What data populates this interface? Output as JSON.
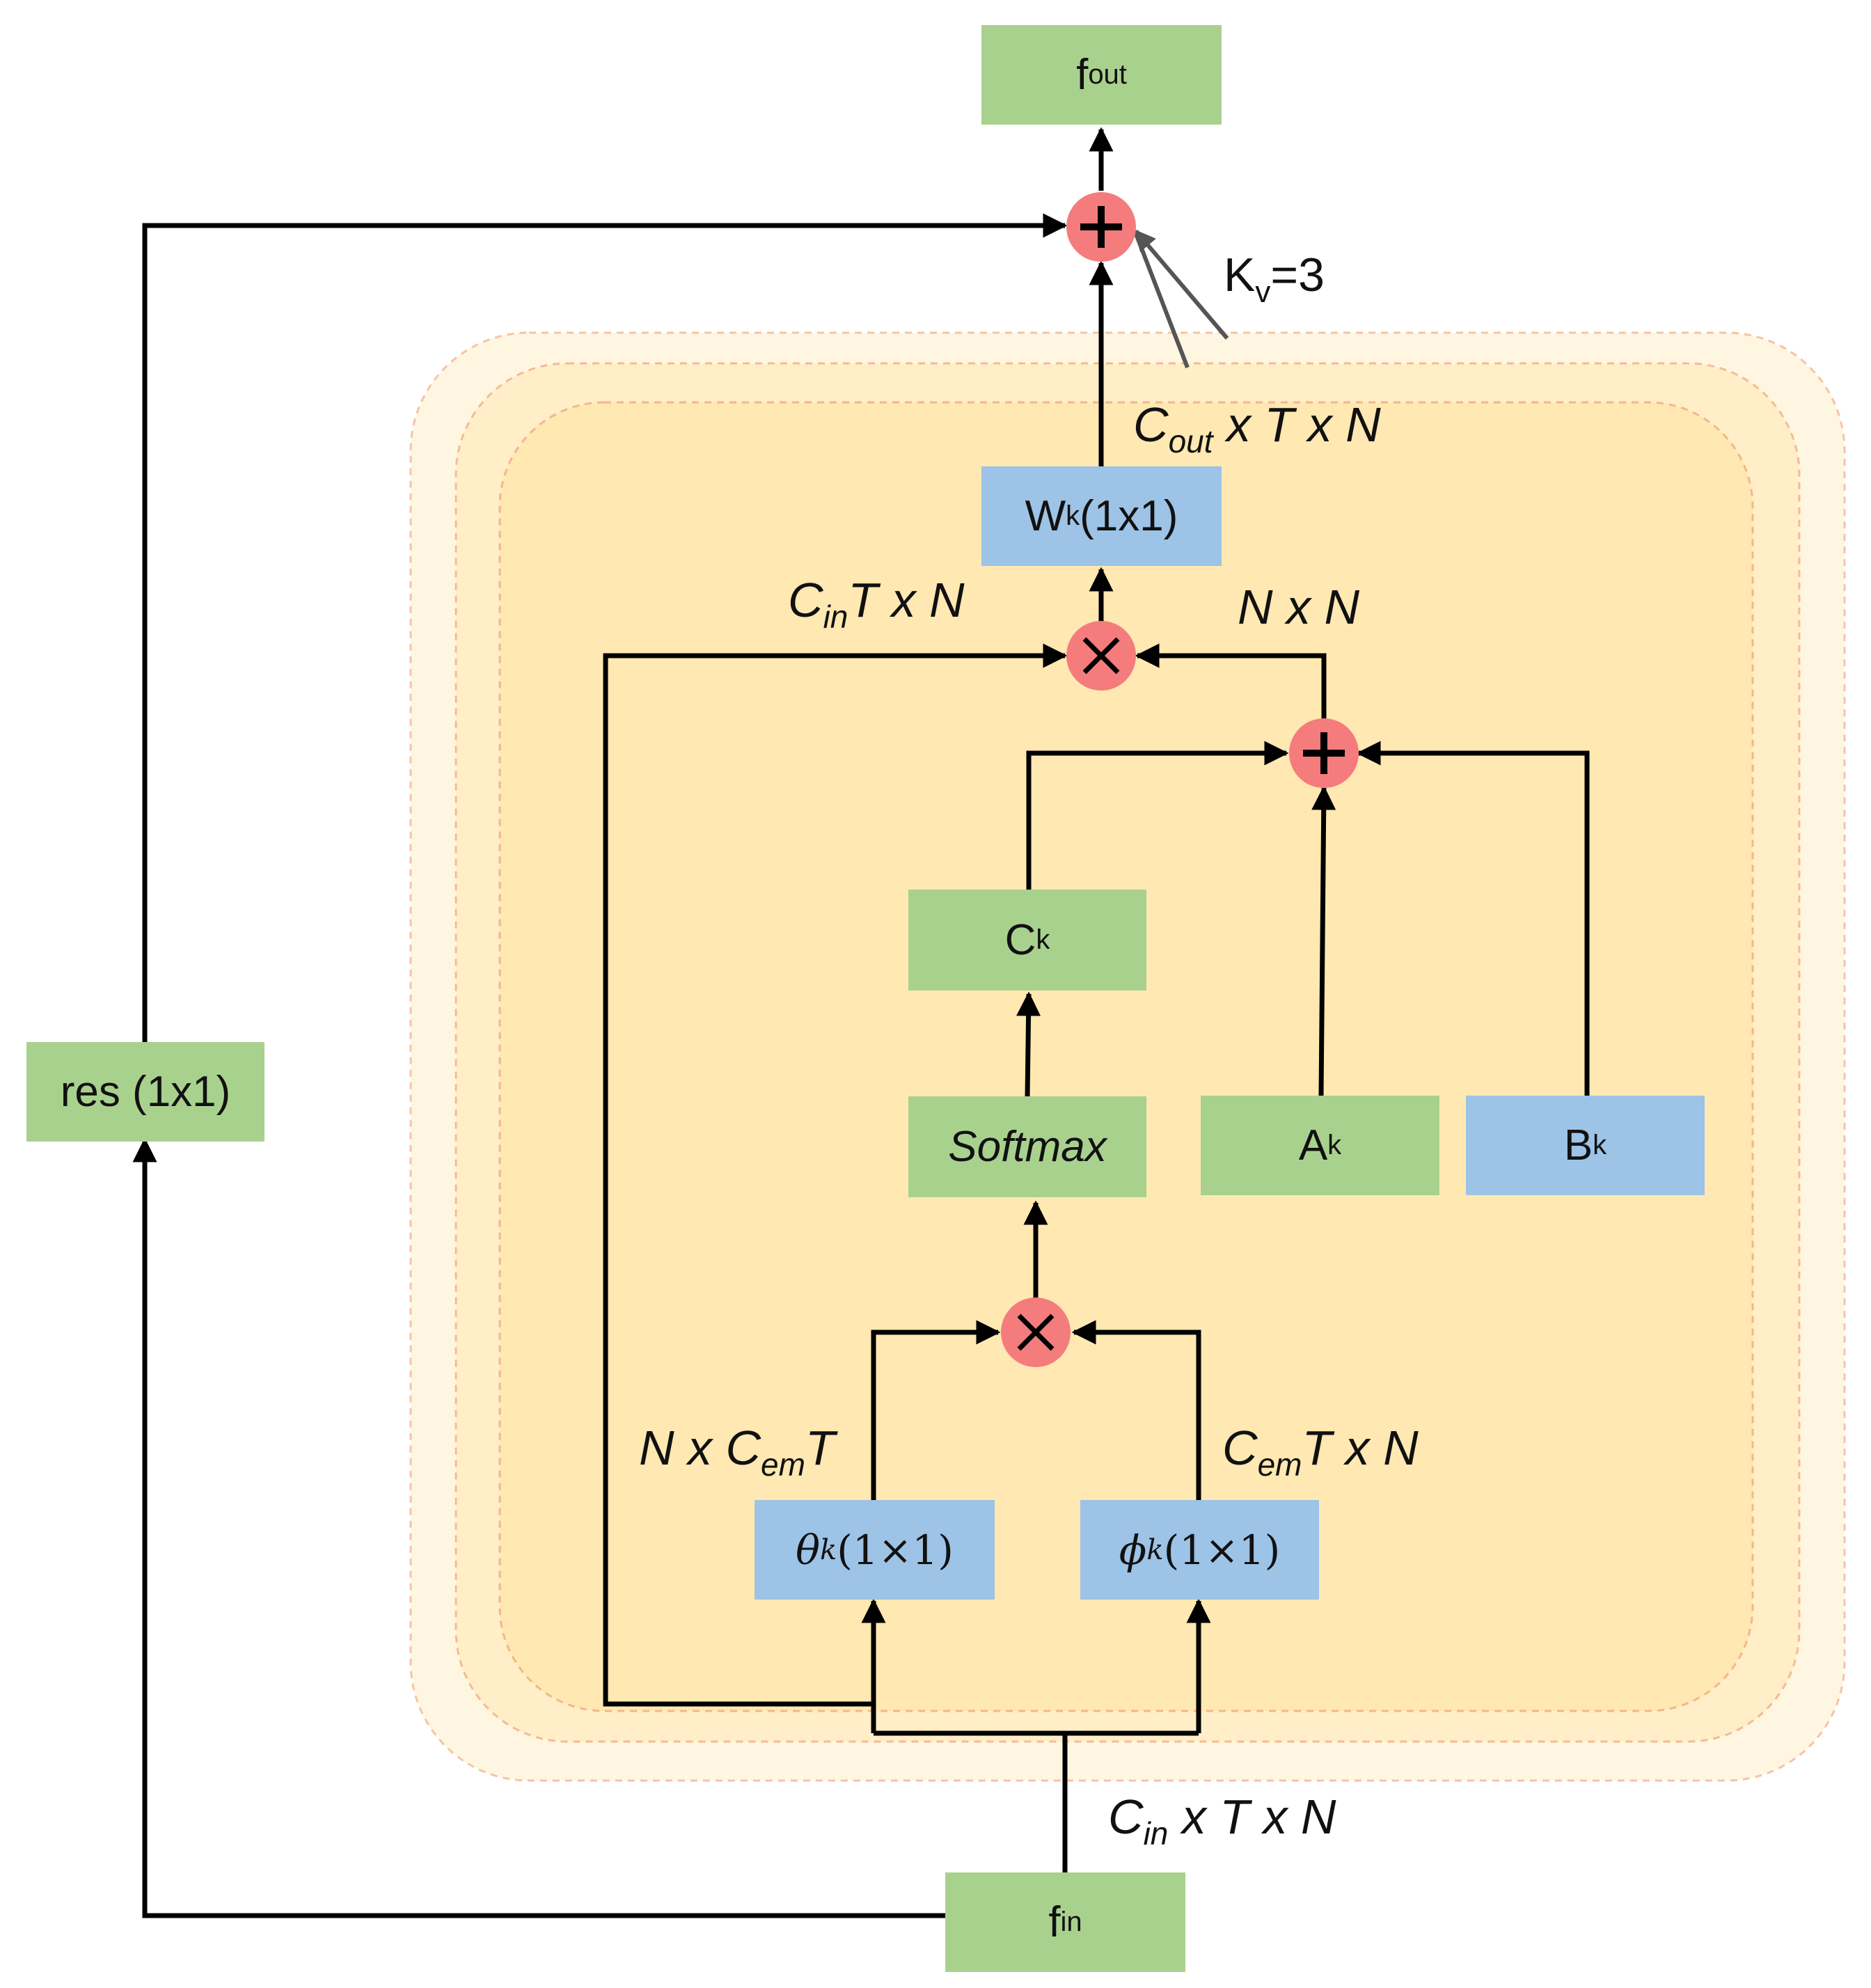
{
  "nodes": {
    "f_out": {
      "base": "f",
      "sub": "out"
    },
    "res": "res (1x1)",
    "w_k": {
      "base": "W",
      "sub": "k",
      "rest": "(1x1)"
    },
    "c_k": {
      "base": "C",
      "sub": "k"
    },
    "softmax": "Softmax",
    "a_k": {
      "base": "A",
      "sub": "k"
    },
    "b_k": {
      "base": "B",
      "sub": "k"
    },
    "theta_k": {
      "sym": "θ",
      "sub": "k",
      "rest": "(1×1)"
    },
    "phi_k": {
      "sym": "ϕ",
      "sub": "k",
      "rest": "(1×1)"
    },
    "f_in": {
      "base": "f",
      "sub": "in"
    }
  },
  "labels": {
    "k_v": {
      "base": "K",
      "sub": "v",
      "rest": "=3"
    },
    "cout": {
      "base": "C",
      "sub": "out",
      "rest": " x T x N"
    },
    "cin_t_n": {
      "base": "C",
      "sub": "in",
      "rest": "T x N"
    },
    "n_n": "N x N",
    "n_cem_t": {
      "pre": "N x C",
      "sub": "em",
      "rest": "T"
    },
    "cem_t_n": {
      "base": "C",
      "sub": "em",
      "rest": "T x N"
    },
    "cin_input": {
      "base": "C",
      "sub": "in",
      "rest": " x T x N"
    }
  },
  "colors": {
    "green": "#a9d18e",
    "blue": "#9dc3e6",
    "op_node": "#f47c7c",
    "layer_fill": "#ffe8b0",
    "layer_border": "#f4b183"
  },
  "operators": {
    "add": "+",
    "multiply": "×"
  }
}
